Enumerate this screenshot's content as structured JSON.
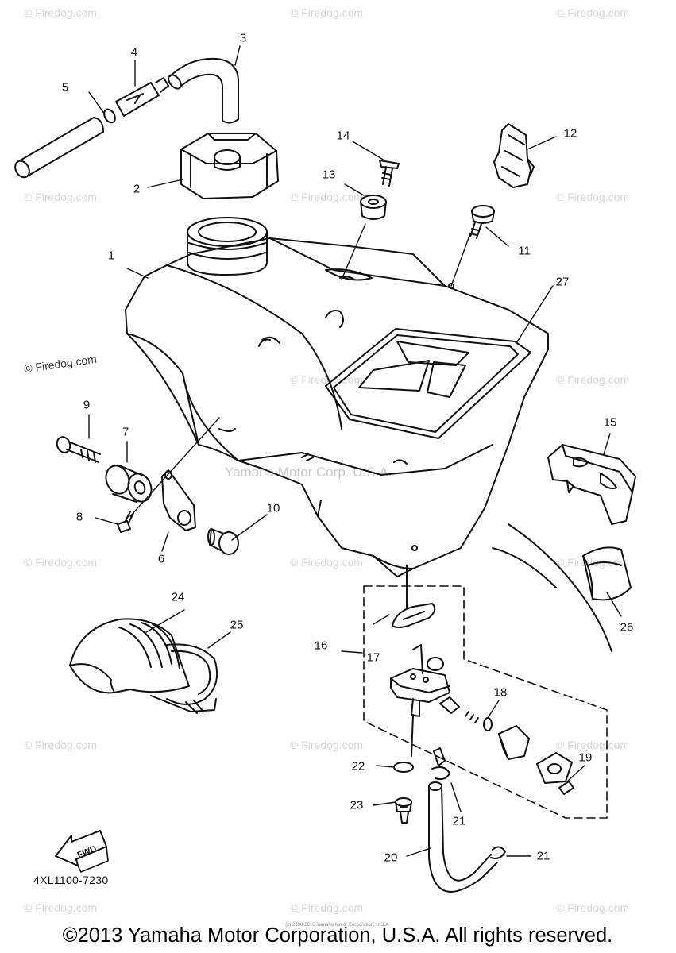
{
  "watermark": "© Firedog.com",
  "center_watermark": "Yamaha Motor Corp. U.S.A.",
  "callouts": [
    "1",
    "2",
    "3",
    "4",
    "5",
    "6",
    "7",
    "8",
    "9",
    "10",
    "11",
    "12",
    "13",
    "14",
    "15",
    "16",
    "17",
    "18",
    "19",
    "20",
    "21",
    "21",
    "22",
    "23",
    "24",
    "25",
    "26",
    "27"
  ],
  "fwd_label": "FWD",
  "part_code": "4XL1100-7230",
  "tiny_copyright": "(c) 2008-2016 Yamaha Motor Corporation, U.S.A.",
  "copyright": "©2013 Yamaha Motor Corporation, U.S.A. All rights reserved.",
  "colors": {
    "line": "#111111",
    "watermark": "#d6d6d6"
  }
}
